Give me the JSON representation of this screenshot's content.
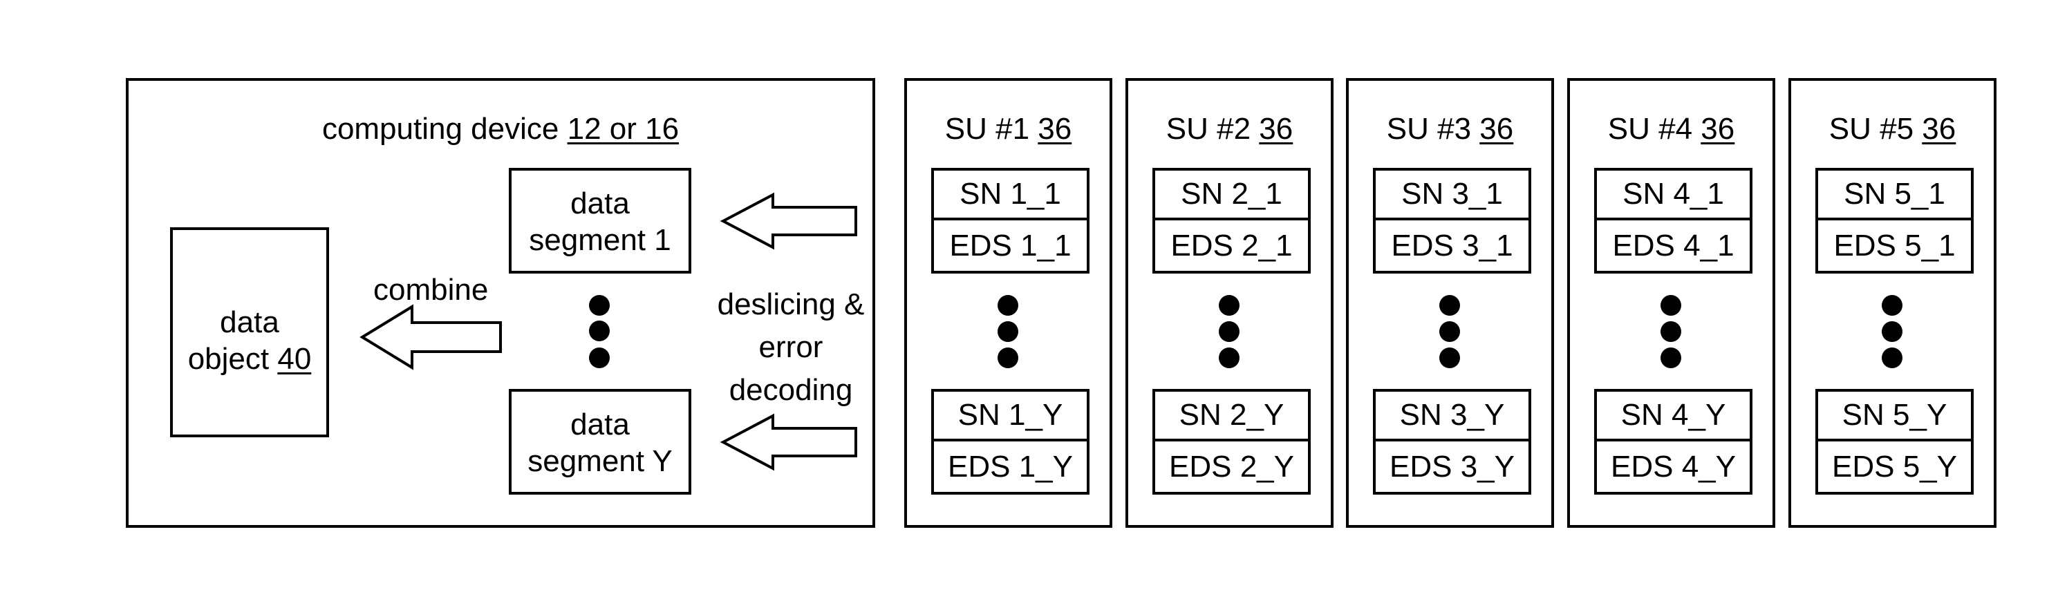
{
  "computing_device": {
    "label": "computing device",
    "ref": "12 or 16"
  },
  "data_object": {
    "line1": "data",
    "line2": "object",
    "ref": "40"
  },
  "combine_label": "combine",
  "process_label": {
    "line1": "deslicing &",
    "line2": "error",
    "line3": "decoding"
  },
  "segments": [
    {
      "line1": "data",
      "line2": "segment 1"
    },
    {
      "line1": "data",
      "line2": "segment Y"
    }
  ],
  "storage_units": [
    {
      "label": "SU #1",
      "ref": "36",
      "sn_first": "SN 1_1",
      "eds_first": "EDS 1_1",
      "sn_last": "SN 1_Y",
      "eds_last": "EDS 1_Y"
    },
    {
      "label": "SU #2",
      "ref": "36",
      "sn_first": "SN 2_1",
      "eds_first": "EDS 2_1",
      "sn_last": "SN 2_Y",
      "eds_last": "EDS 2_Y"
    },
    {
      "label": "SU #3",
      "ref": "36",
      "sn_first": "SN 3_1",
      "eds_first": "EDS 3_1",
      "sn_last": "SN 3_Y",
      "eds_last": "EDS 3_Y"
    },
    {
      "label": "SU #4",
      "ref": "36",
      "sn_first": "SN 4_1",
      "eds_first": "EDS 4_1",
      "sn_last": "SN 4_Y",
      "eds_last": "EDS 4_Y"
    },
    {
      "label": "SU #5",
      "ref": "36",
      "sn_first": "SN 5_1",
      "eds_first": "EDS 5_1",
      "sn_last": "SN 5_Y",
      "eds_last": "EDS 5_Y"
    }
  ]
}
